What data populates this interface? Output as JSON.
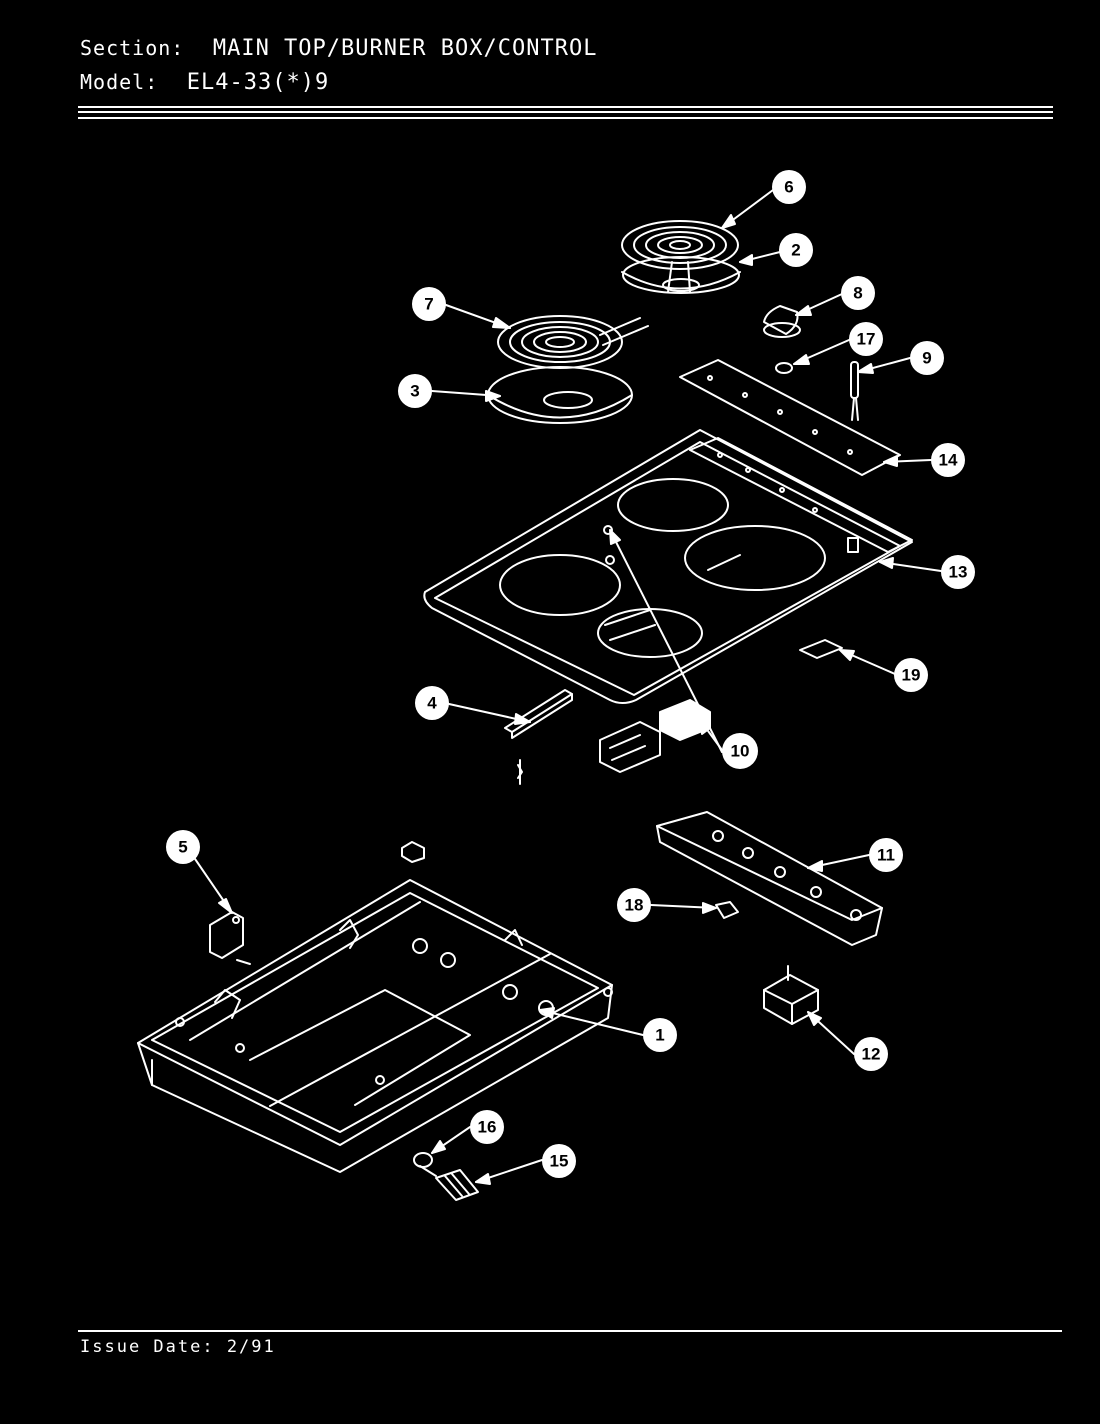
{
  "header": {
    "section_label": "Section:",
    "section_value": "MAIN TOP/BURNER BOX/CONTROL",
    "model_label": "Model:",
    "model_value": "EL4-33(*)9"
  },
  "footer": {
    "issue_date": "Issue Date: 2/91"
  },
  "callouts": {
    "c1": "1",
    "c2": "2",
    "c3": "3",
    "c4": "4",
    "c5": "5",
    "c6": "6",
    "c7": "7",
    "c8": "8",
    "c9": "9",
    "c10": "10",
    "c11": "11",
    "c12": "12",
    "c13": "13",
    "c14": "14",
    "c15": "15",
    "c16": "16",
    "c17": "17",
    "c18": "18",
    "c19": "19"
  }
}
